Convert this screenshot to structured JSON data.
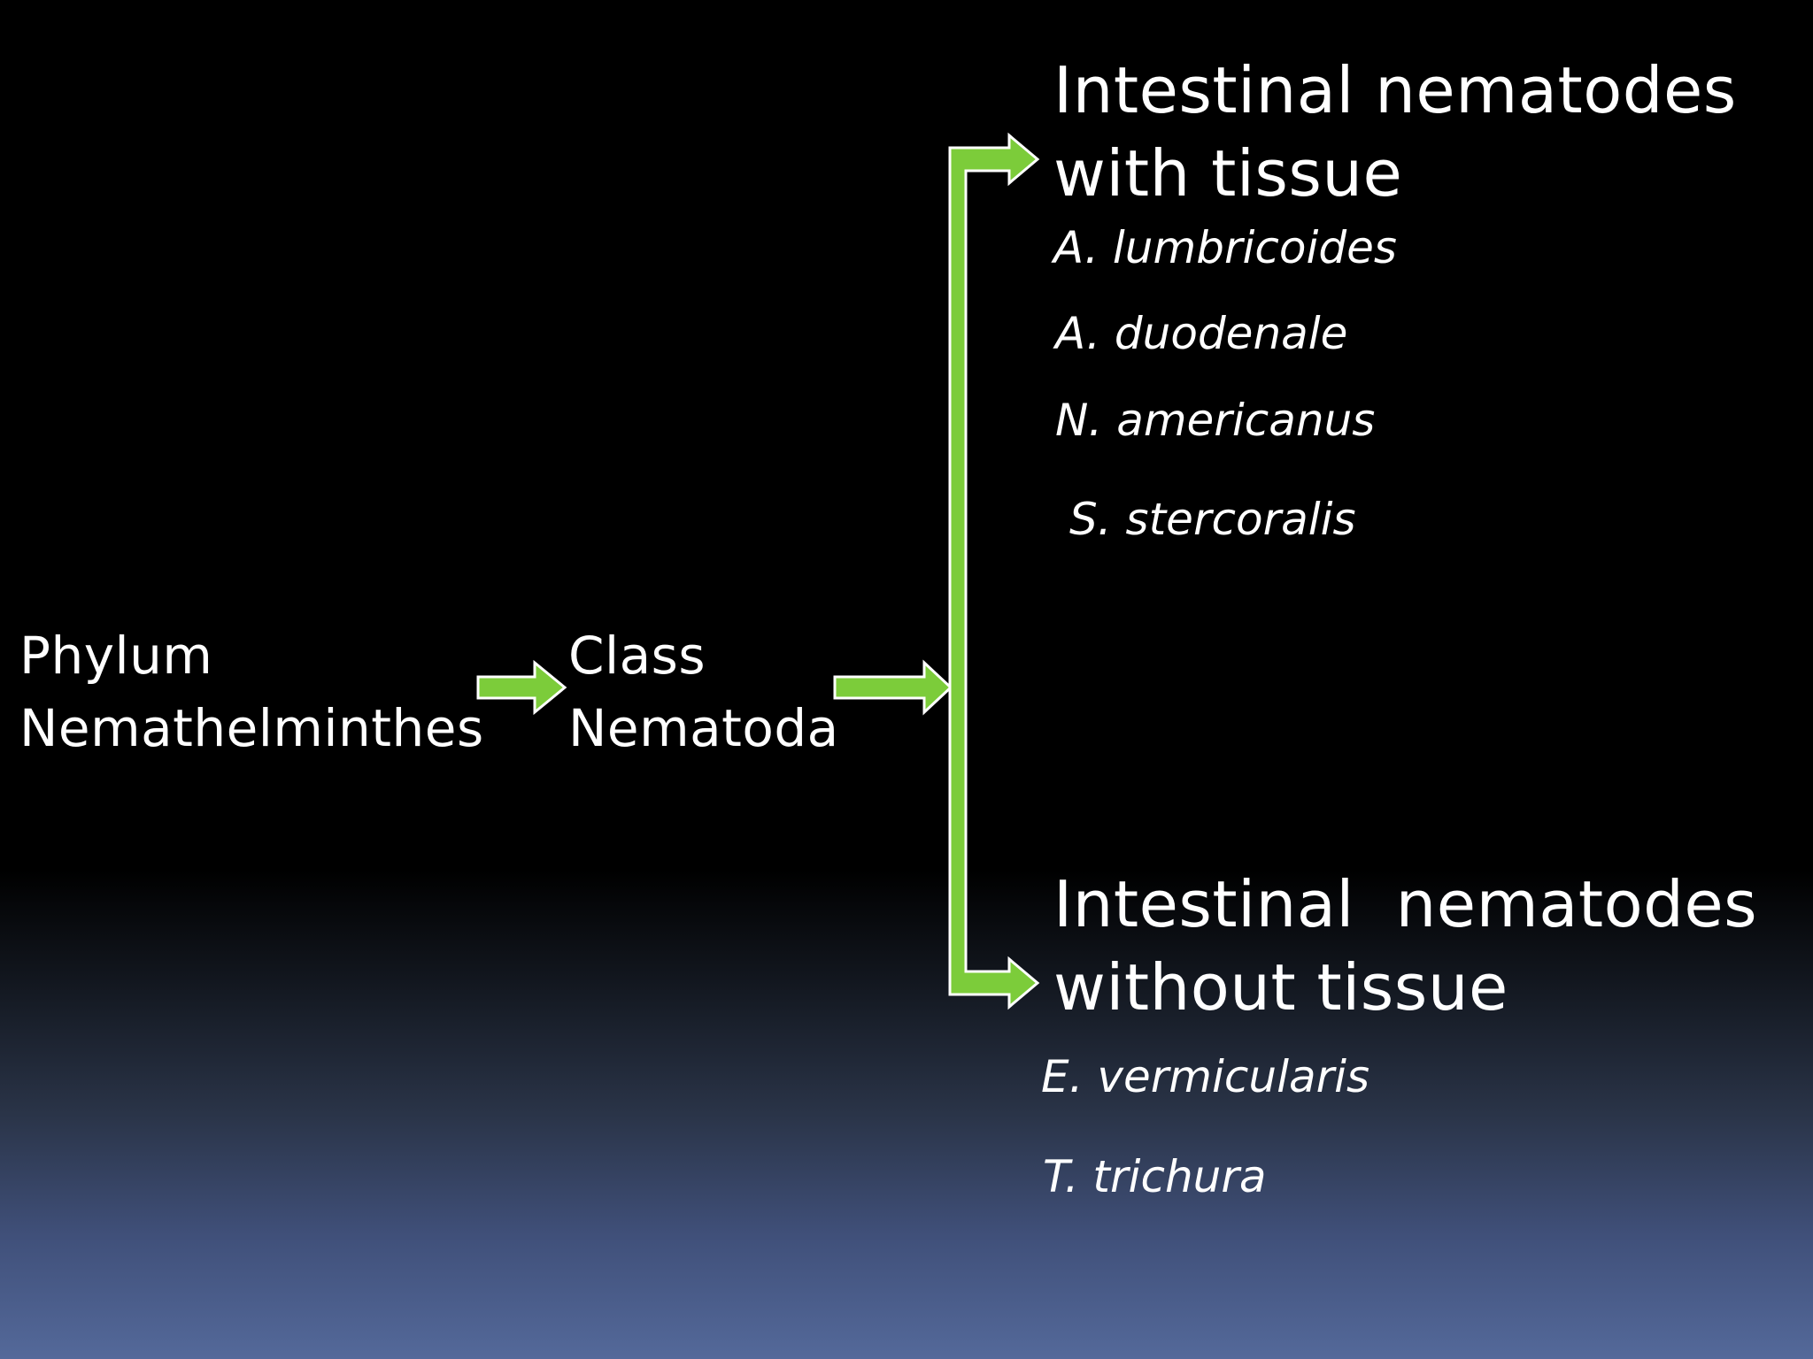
{
  "phylum": {
    "line1": "Phylum",
    "line2": "Nemathelminthes"
  },
  "class_node": {
    "line1": "Class",
    "line2": "Nematoda"
  },
  "with_tissue": {
    "line1": "Intestinal nematodes",
    "line2": "with tissue",
    "species": [
      "A. lumbricoides",
      "A. duodenale",
      "N. americanus",
      "S. stercoralis"
    ]
  },
  "without_tissue": {
    "line1": "Intestinal  nematodes",
    "line2": "without tissue",
    "species": [
      "E. vermicularis",
      "T. trichura"
    ]
  },
  "colors": {
    "arrow_fill": "#7ccc3a",
    "arrow_outline": "#ffffff",
    "text": "#ffffff",
    "background_top": "#000000",
    "background_bottom": "#54699a"
  }
}
